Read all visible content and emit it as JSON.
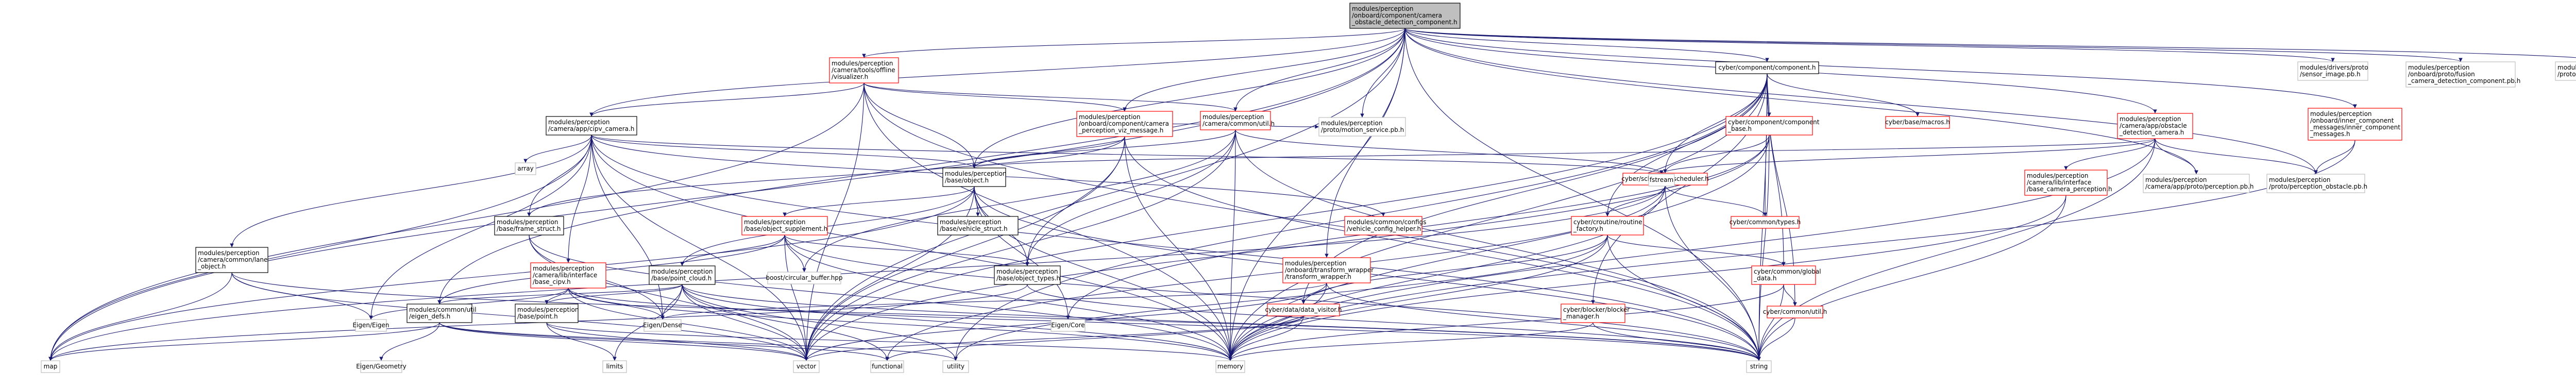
{
  "colors": {
    "edge": "#191970",
    "root_fill": "#bfbfbf",
    "root_border": "#000000",
    "file_border": "#000000",
    "system_border": "#bfbfbf",
    "truncated_border": "#ff0000",
    "text": "#000000"
  },
  "nodes": [
    {
      "id": "root",
      "lines": [
        "modules/perception",
        "/onboard/component/camera",
        "_obstacle_detection_component.h"
      ],
      "kind": "root"
    },
    {
      "id": "visualizer",
      "lines": [
        "modules/perception",
        "/camera/tools/offline",
        "/visualizer.h"
      ],
      "kind": "truncated"
    },
    {
      "id": "omni_camera",
      "lines": [
        "modules/perception",
        "/camera/lib/interface",
        "/base_camera_perception.h"
      ],
      "kind": "truncated"
    },
    {
      "id": "cyber_component",
      "lines": [
        "cyber/component/component.h"
      ],
      "kind": "file"
    },
    {
      "id": "drivers_image",
      "lines": [
        "modules/drivers/proto",
        "/sensor_image.pb.h"
      ],
      "kind": "system"
    },
    {
      "id": "fusion_pb",
      "lines": [
        "modules/perception",
        "/onboard/proto/fusion",
        "_camera_detection_component.pb.h"
      ],
      "kind": "system"
    },
    {
      "id": "perception_camera_pb",
      "lines": [
        "modules/perception",
        "/proto/perception_camera.pb.h"
      ],
      "kind": "system"
    },
    {
      "id": "inner_msg",
      "lines": [
        "modules/perception",
        "/onboard/inner_component",
        "_messages/inner_component",
        "_messages.h"
      ],
      "kind": "truncated"
    },
    {
      "id": "app_obstacle",
      "lines": [
        "modules/perception",
        "/camera/app/obstacle",
        "_detection_camera.h"
      ],
      "kind": "truncated"
    },
    {
      "id": "proto_camera",
      "lines": [
        "modules/perception",
        "/camera/app/proto/perception.pb.h"
      ],
      "kind": "system"
    },
    {
      "id": "proto_obstacle",
      "lines": [
        "modules/perception",
        "/proto/perception_obstacle.pb.h"
      ],
      "kind": "system"
    },
    {
      "id": "display_camera",
      "lines": [
        "modules/perception",
        "/camera/app/cipv_camera.h"
      ],
      "kind": "file"
    },
    {
      "id": "viz_message",
      "lines": [
        "modules/perception",
        "/onboard/component/camera",
        "_perception_viz_message.h"
      ],
      "kind": "truncated"
    },
    {
      "id": "common_util",
      "lines": [
        "modules/perception",
        "/camera/common/util.h"
      ],
      "kind": "truncated"
    },
    {
      "id": "motion_service",
      "lines": [
        "modules/perception",
        "/proto/motion_service.pb.h"
      ],
      "kind": "system"
    },
    {
      "id": "base_object",
      "lines": [
        "modules/perception",
        "/base/object.h"
      ],
      "kind": "file"
    },
    {
      "id": "array",
      "lines": [
        "array"
      ],
      "kind": "system"
    },
    {
      "id": "frame_struct",
      "lines": [
        "modules/perception",
        "/base/frame_struct.h"
      ],
      "kind": "file"
    },
    {
      "id": "lane_object",
      "lines": [
        "modules/perception",
        "/camera/common/lane",
        "_object.h"
      ],
      "kind": "file"
    },
    {
      "id": "object_supplement",
      "lines": [
        "modules/perception",
        "/base/object_supplement.h"
      ],
      "kind": "truncated"
    },
    {
      "id": "vehicle_struct",
      "lines": [
        "modules/perception",
        "/base/vehicle_struct.h"
      ],
      "kind": "file"
    },
    {
      "id": "config_helper",
      "lines": [
        "modules/common/configs",
        "/vehicle_config_helper.h"
      ],
      "kind": "truncated"
    },
    {
      "id": "base_cipv",
      "lines": [
        "modules/perception",
        "/camera/lib/interface",
        "/base_cipv.h"
      ],
      "kind": "truncated"
    },
    {
      "id": "point_cloud",
      "lines": [
        "modules/perception",
        "/base/point_cloud.h"
      ],
      "kind": "file"
    },
    {
      "id": "circular_buffer",
      "lines": [
        "boost/circular_buffer.hpp"
      ],
      "kind": "system"
    },
    {
      "id": "object_types",
      "lines": [
        "modules/perception",
        "/base/object_types.h"
      ],
      "kind": "file"
    },
    {
      "id": "transform_wrapper",
      "lines": [
        "modules/perception",
        "/onboard/transform_wrapper",
        "/transform_wrapper.h"
      ],
      "kind": "truncated"
    },
    {
      "id": "eigen_defs",
      "lines": [
        "modules/common/util",
        "/eigen_defs.h"
      ],
      "kind": "file"
    },
    {
      "id": "base_point",
      "lines": [
        "modules/perception",
        "/base/point.h"
      ],
      "kind": "file"
    },
    {
      "id": "data_visitor",
      "lines": [
        "cyber/data/data_visitor.h"
      ],
      "kind": "truncated"
    },
    {
      "id": "component_base",
      "lines": [
        "cyber/component/component",
        "_base.h"
      ],
      "kind": "truncated"
    },
    {
      "id": "scheduler",
      "lines": [
        "cyber/scheduler/scheduler.h"
      ],
      "kind": "truncated"
    },
    {
      "id": "routine_factory",
      "lines": [
        "cyber/croutine/routine",
        "_factory.h"
      ],
      "kind": "truncated"
    },
    {
      "id": "cyber_macros",
      "lines": [
        "cyber/base/macros.h"
      ],
      "kind": "truncated"
    },
    {
      "id": "cyber_types",
      "lines": [
        "cyber/common/types.h"
      ],
      "kind": "truncated"
    },
    {
      "id": "global_data",
      "lines": [
        "cyber/common/global",
        "_data.h"
      ],
      "kind": "truncated"
    },
    {
      "id": "cyber_util",
      "lines": [
        "cyber/common/util.h"
      ],
      "kind": "truncated"
    },
    {
      "id": "blocker_manager",
      "lines": [
        "cyber/blocker/blocker",
        "_manager.h"
      ],
      "kind": "truncated"
    },
    {
      "id": "fstream",
      "lines": [
        "fstream"
      ],
      "kind": "system"
    },
    {
      "id": "eigen",
      "lines": [
        "Eigen/Eigen"
      ],
      "kind": "system"
    },
    {
      "id": "eigen_dense",
      "lines": [
        "Eigen/Dense"
      ],
      "kind": "system"
    },
    {
      "id": "eigen_core",
      "lines": [
        "Eigen/Core"
      ],
      "kind": "system"
    },
    {
      "id": "eigen_geometry",
      "lines": [
        "Eigen/Geometry"
      ],
      "kind": "system"
    },
    {
      "id": "limits",
      "lines": [
        "limits"
      ],
      "kind": "system"
    },
    {
      "id": "map",
      "lines": [
        "map"
      ],
      "kind": "system"
    },
    {
      "id": "vector",
      "lines": [
        "vector"
      ],
      "kind": "system"
    },
    {
      "id": "functional",
      "lines": [
        "functional"
      ],
      "kind": "system"
    },
    {
      "id": "utility",
      "lines": [
        "utility"
      ],
      "kind": "system"
    },
    {
      "id": "memory",
      "lines": [
        "memory"
      ],
      "kind": "system"
    },
    {
      "id": "string",
      "lines": [
        "string"
      ],
      "kind": "system"
    }
  ],
  "edges": [
    [
      "root",
      "visualizer"
    ],
    [
      "root",
      "cyber_component"
    ],
    [
      "root",
      "drivers_image"
    ],
    [
      "root",
      "fusion_pb"
    ],
    [
      "root",
      "perception_camera_pb"
    ],
    [
      "root",
      "inner_msg"
    ],
    [
      "root",
      "app_obstacle"
    ],
    [
      "root",
      "proto_camera"
    ],
    [
      "root",
      "proto_obstacle"
    ],
    [
      "root",
      "display_camera"
    ],
    [
      "root",
      "viz_message"
    ],
    [
      "root",
      "common_util"
    ],
    [
      "root",
      "motion_service"
    ],
    [
      "root",
      "base_object"
    ],
    [
      "root",
      "transform_wrapper"
    ],
    [
      "root",
      "eigen_defs"
    ],
    [
      "root",
      "map"
    ],
    [
      "root",
      "memory"
    ],
    [
      "root",
      "string"
    ],
    [
      "root",
      "vector"
    ],
    [
      "visualizer",
      "display_camera"
    ],
    [
      "visualizer",
      "viz_message"
    ],
    [
      "visualizer",
      "common_util"
    ],
    [
      "visualizer",
      "base_object"
    ],
    [
      "visualizer",
      "map"
    ],
    [
      "visualizer",
      "string"
    ],
    [
      "visualizer",
      "vector"
    ],
    [
      "visualizer",
      "memory"
    ],
    [
      "display_camera",
      "array"
    ],
    [
      "display_camera",
      "frame_struct"
    ],
    [
      "display_camera",
      "lane_object"
    ],
    [
      "display_camera",
      "base_cipv"
    ],
    [
      "display_camera",
      "base_object"
    ],
    [
      "display_camera",
      "config_helper"
    ],
    [
      "display_camera",
      "eigen"
    ],
    [
      "display_camera",
      "eigen_dense"
    ],
    [
      "display_camera",
      "map"
    ],
    [
      "display_camera",
      "memory"
    ],
    [
      "display_camera",
      "string"
    ],
    [
      "display_camera",
      "vector"
    ],
    [
      "display_camera",
      "fstream"
    ],
    [
      "viz_message",
      "base_object"
    ],
    [
      "viz_message",
      "object_types"
    ],
    [
      "viz_message",
      "motion_service"
    ],
    [
      "viz_message",
      "memory"
    ],
    [
      "viz_message",
      "string"
    ],
    [
      "viz_message",
      "vector"
    ],
    [
      "viz_message",
      "frame_struct"
    ],
    [
      "common_util",
      "base_object"
    ],
    [
      "common_util",
      "object_types"
    ],
    [
      "common_util",
      "memory"
    ],
    [
      "common_util",
      "string"
    ],
    [
      "common_util",
      "vector"
    ],
    [
      "common_util",
      "fstream"
    ],
    [
      "common_util",
      "circular_buffer"
    ],
    [
      "base_object",
      "object_supplement"
    ],
    [
      "base_object",
      "vehicle_struct"
    ],
    [
      "base_object",
      "point_cloud"
    ],
    [
      "base_object",
      "object_types"
    ],
    [
      "base_object",
      "eigen_core"
    ],
    [
      "base_object",
      "string"
    ],
    [
      "base_object",
      "vector"
    ],
    [
      "base_object",
      "memory"
    ],
    [
      "base_object",
      "map"
    ],
    [
      "frame_struct",
      "memory"
    ],
    [
      "frame_struct",
      "vector"
    ],
    [
      "frame_struct",
      "eigen_dense"
    ],
    [
      "lane_object",
      "eigen"
    ],
    [
      "lane_object",
      "map"
    ],
    [
      "lane_object",
      "vector"
    ],
    [
      "lane_object",
      "string"
    ],
    [
      "object_supplement",
      "point_cloud"
    ],
    [
      "object_supplement",
      "circular_buffer"
    ],
    [
      "object_supplement",
      "object_types"
    ],
    [
      "object_supplement",
      "eigen_defs"
    ],
    [
      "object_supplement",
      "memory"
    ],
    [
      "object_supplement",
      "string"
    ],
    [
      "object_supplement",
      "vector"
    ],
    [
      "base_cipv",
      "eigen"
    ],
    [
      "base_cipv",
      "eigen_dense"
    ],
    [
      "base_cipv",
      "memory"
    ],
    [
      "base_cipv",
      "string"
    ],
    [
      "base_cipv",
      "vector"
    ],
    [
      "base_cipv",
      "base_point"
    ],
    [
      "point_cloud",
      "base_point"
    ],
    [
      "point_cloud",
      "eigen_defs"
    ],
    [
      "point_cloud",
      "eigen_dense"
    ],
    [
      "point_cloud",
      "vector"
    ],
    [
      "point_cloud",
      "memory"
    ],
    [
      "point_cloud",
      "utility"
    ],
    [
      "point_cloud",
      "limits"
    ],
    [
      "point_cloud",
      "string"
    ],
    [
      "point_cloud",
      "functional"
    ],
    [
      "object_types",
      "map"
    ],
    [
      "object_types",
      "string"
    ],
    [
      "transform_wrapper",
      "eigen_dense"
    ],
    [
      "transform_wrapper",
      "vector"
    ],
    [
      "transform_wrapper",
      "memory"
    ],
    [
      "transform_wrapper",
      "string"
    ],
    [
      "eigen_defs",
      "map"
    ],
    [
      "eigen_defs",
      "vector"
    ],
    [
      "eigen_defs",
      "functional"
    ],
    [
      "eigen_defs",
      "utility"
    ],
    [
      "eigen_defs",
      "eigen_geometry"
    ],
    [
      "base_point",
      "vector"
    ],
    [
      "base_point",
      "limits"
    ],
    [
      "base_point",
      "memory"
    ],
    [
      "cyber_component",
      "component_base"
    ],
    [
      "cyber_component",
      "scheduler"
    ],
    [
      "cyber_component",
      "routine_factory"
    ],
    [
      "cyber_component",
      "cyber_macros"
    ],
    [
      "cyber_component",
      "cyber_types"
    ],
    [
      "cyber_component",
      "global_data"
    ],
    [
      "cyber_component",
      "cyber_util"
    ],
    [
      "cyber_component",
      "blocker_manager"
    ],
    [
      "cyber_component",
      "data_visitor"
    ],
    [
      "cyber_component",
      "memory"
    ],
    [
      "cyber_component",
      "string"
    ],
    [
      "cyber_component",
      "vector"
    ],
    [
      "cyber_component",
      "utility"
    ],
    [
      "component_base",
      "scheduler"
    ],
    [
      "component_base",
      "memory"
    ],
    [
      "component_base",
      "string"
    ],
    [
      "component_base",
      "vector"
    ],
    [
      "component_base",
      "eigen_core"
    ],
    [
      "scheduler",
      "routine_factory"
    ],
    [
      "scheduler",
      "cyber_types"
    ],
    [
      "scheduler",
      "string"
    ],
    [
      "scheduler",
      "memory"
    ],
    [
      "scheduler",
      "functional"
    ],
    [
      "scheduler",
      "map"
    ],
    [
      "routine_factory",
      "global_data"
    ],
    [
      "routine_factory",
      "data_visitor"
    ],
    [
      "routine_factory",
      "memory"
    ],
    [
      "routine_factory",
      "utility"
    ],
    [
      "routine_factory",
      "string"
    ],
    [
      "global_data",
      "cyber_util"
    ],
    [
      "global_data",
      "string"
    ],
    [
      "global_data",
      "memory"
    ],
    [
      "cyber_util",
      "string"
    ],
    [
      "data_visitor",
      "memory"
    ],
    [
      "data_visitor",
      "vector"
    ],
    [
      "data_visitor",
      "functional"
    ],
    [
      "blocker_manager",
      "memory"
    ],
    [
      "blocker_manager",
      "string"
    ],
    [
      "app_obstacle",
      "omni_camera"
    ],
    [
      "app_obstacle",
      "proto_camera"
    ],
    [
      "app_obstacle",
      "proto_obstacle"
    ],
    [
      "app_obstacle",
      "fstream"
    ],
    [
      "app_obstacle",
      "memory"
    ],
    [
      "app_obstacle",
      "string"
    ],
    [
      "app_obstacle",
      "base_object"
    ],
    [
      "omni_camera",
      "memory"
    ],
    [
      "omni_camera",
      "string"
    ],
    [
      "inner_msg",
      "proto_obstacle"
    ],
    [
      "inner_msg",
      "memory"
    ]
  ]
}
